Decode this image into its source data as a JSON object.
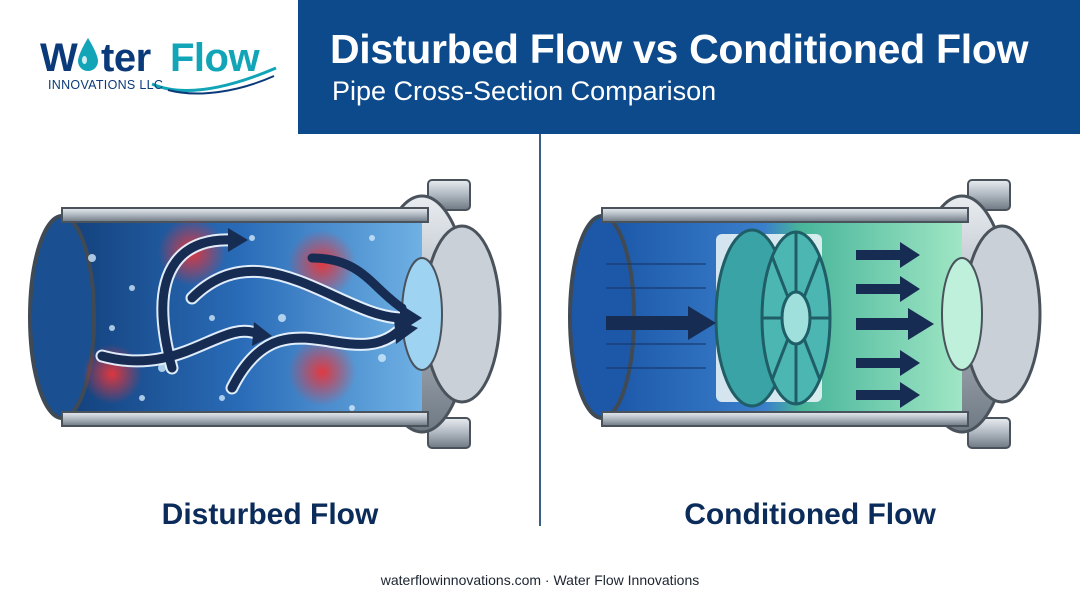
{
  "brand": {
    "name_part1": "W",
    "name_part2": "ter",
    "name_part3": "Flow",
    "tagline": "INNOVATIONS LLC"
  },
  "header": {
    "title": "Disturbed Flow vs Conditioned Flow",
    "subtitle": "Pipe Cross-Section Comparison"
  },
  "panels": [
    {
      "label": "Disturbed Flow",
      "illustration_icon": "turbulent-pipe-icon"
    },
    {
      "label": "Conditioned Flow",
      "illustration_icon": "straightener-pipe-icon"
    }
  ],
  "footer": {
    "text": "waterflowinnovations.com · Water Flow Innovations"
  },
  "colors": {
    "header_blue": "#0c4a8c",
    "logo_navy": "#0b3a7a",
    "logo_teal": "#12a5b8",
    "turbulence_red": "#d9353a",
    "water_blue": "#1f5fa8",
    "conditioned_green": "#4fc79a",
    "arrow_navy": "#172c52"
  }
}
